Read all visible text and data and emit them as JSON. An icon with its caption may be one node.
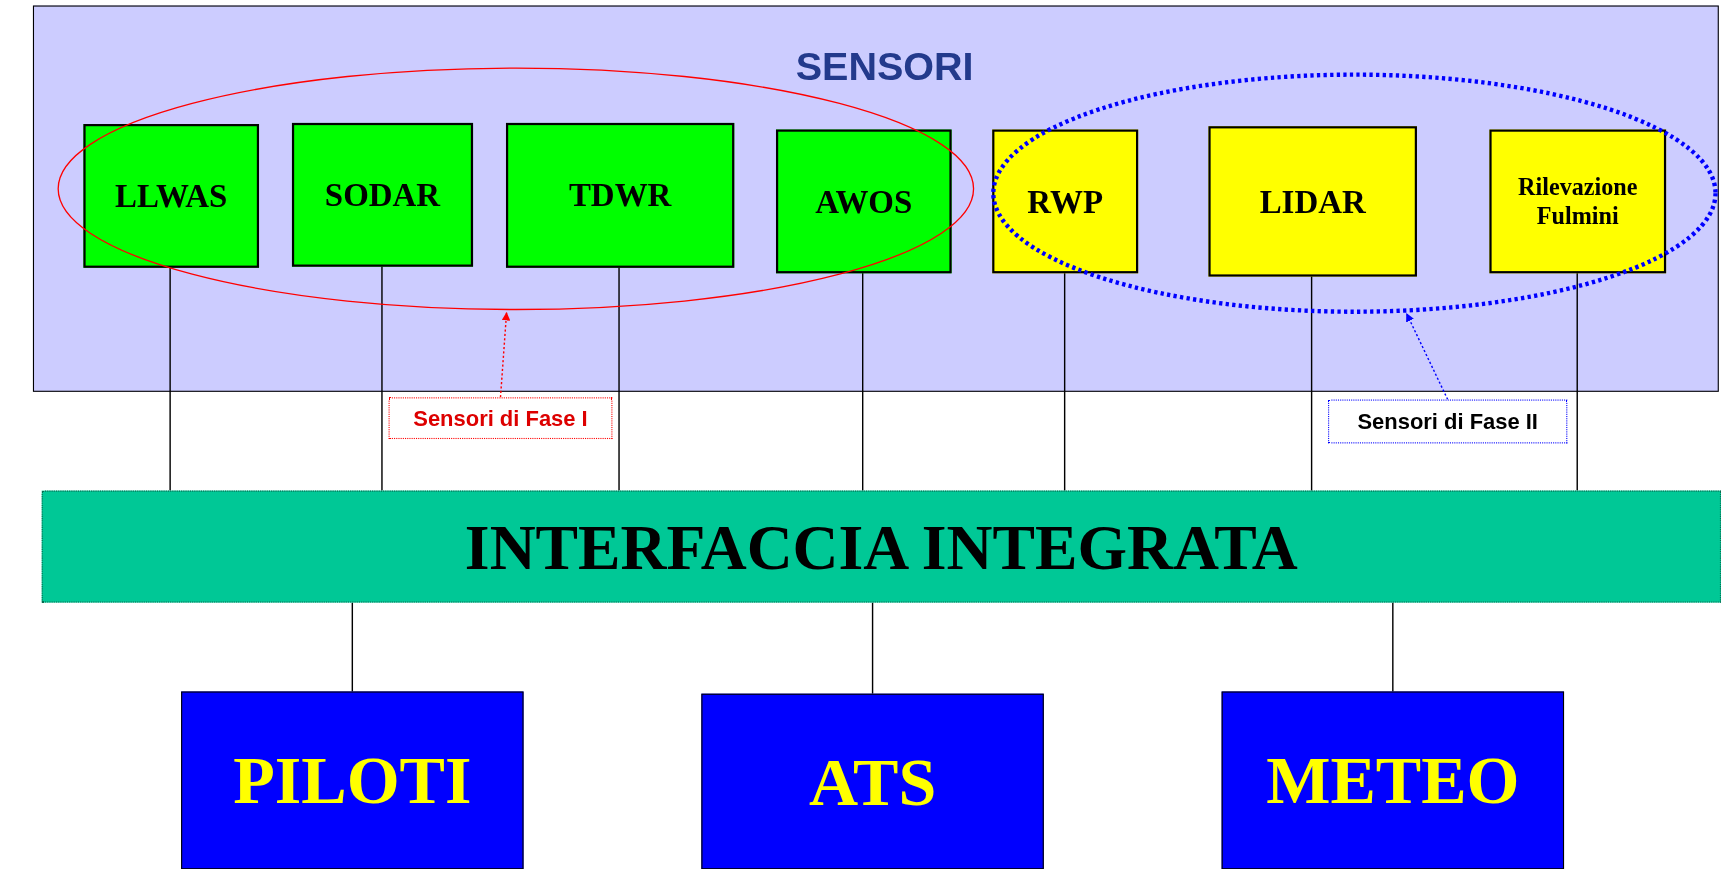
{
  "diagram": {
    "nodes": [
      {
        "text": [
          "SENSORI"
        ]
      },
      {
        "text": [],
        "shape": "ellipse",
        "in": 0
      },
      {
        "text": [
          "LLWAS"
        ],
        "in": 1
      },
      {
        "text": [
          "SODAR"
        ],
        "in": 1
      },
      {
        "text": [
          "TDWR"
        ],
        "in": 1
      },
      {
        "text": [
          "AWOS"
        ],
        "in": 1
      },
      {
        "text": [],
        "shape": "ellipse",
        "in": 0
      },
      {
        "text": [
          "RWP"
        ],
        "in": 6
      },
      {
        "text": [
          "LIDAR"
        ],
        "in": 6
      },
      {
        "text": [
          "Rilevazione Fulmini"
        ],
        "in": 6
      },
      {
        "text": [
          "Sensori di Fase I"
        ]
      },
      {
        "text": [
          "Sensori di Fase II"
        ]
      },
      {
        "text": [
          "INTERFACCIA INTEGRATA"
        ]
      },
      {
        "text": [
          "PILOTI"
        ]
      },
      {
        "text": [
          "ATS"
        ]
      },
      {
        "text": [
          "METEO"
        ]
      }
    ],
    "edges": [
      {
        "from": 2,
        "to": 12,
        "arrow": "none"
      },
      {
        "from": 3,
        "to": 12,
        "arrow": "none"
      },
      {
        "from": 4,
        "to": 12,
        "arrow": "none"
      },
      {
        "from": 5,
        "to": 12,
        "arrow": "none"
      },
      {
        "from": 7,
        "to": 12,
        "arrow": "none"
      },
      {
        "from": 8,
        "to": 12,
        "arrow": "none"
      },
      {
        "from": 9,
        "to": 12,
        "arrow": "none"
      },
      {
        "from": 12,
        "to": 13,
        "arrow": "none"
      },
      {
        "from": 12,
        "to": 14,
        "arrow": "none"
      },
      {
        "from": 12,
        "to": 15,
        "arrow": "none"
      },
      {
        "from": 10,
        "to": 1,
        "arrow": "to",
        "style": "dashed",
        "color": "#ff0000"
      },
      {
        "from": 11,
        "to": 6,
        "arrow": "to",
        "style": "dashed",
        "color": "#0000ff"
      }
    ]
  }
}
